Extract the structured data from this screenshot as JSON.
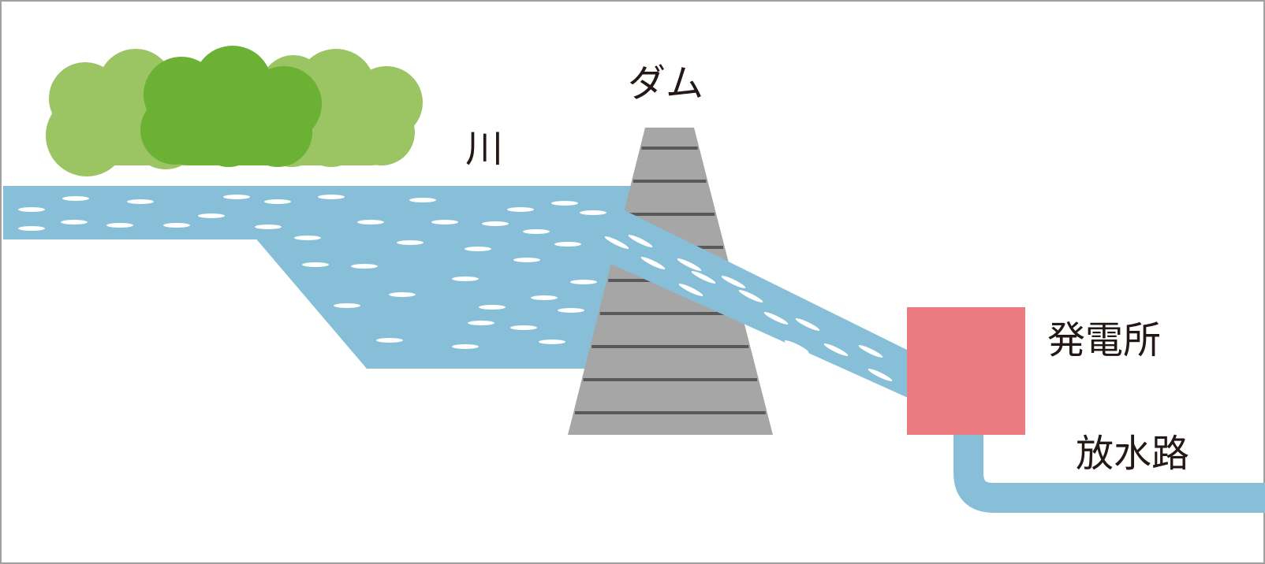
{
  "labels": {
    "river": "川",
    "dam": "ダム",
    "power_station": "発電所",
    "tailrace": "放水路"
  },
  "colors": {
    "water": "#87bfd9",
    "dam": "#a6a6a6",
    "dam_lines": "#595959",
    "power_station": "#ec7b81",
    "tree_light": "#9bc463",
    "tree_dark": "#6bb133",
    "border": "#a0a0a0",
    "text": "#231815"
  },
  "icons": {
    "trees": "tree-cluster-icon"
  }
}
